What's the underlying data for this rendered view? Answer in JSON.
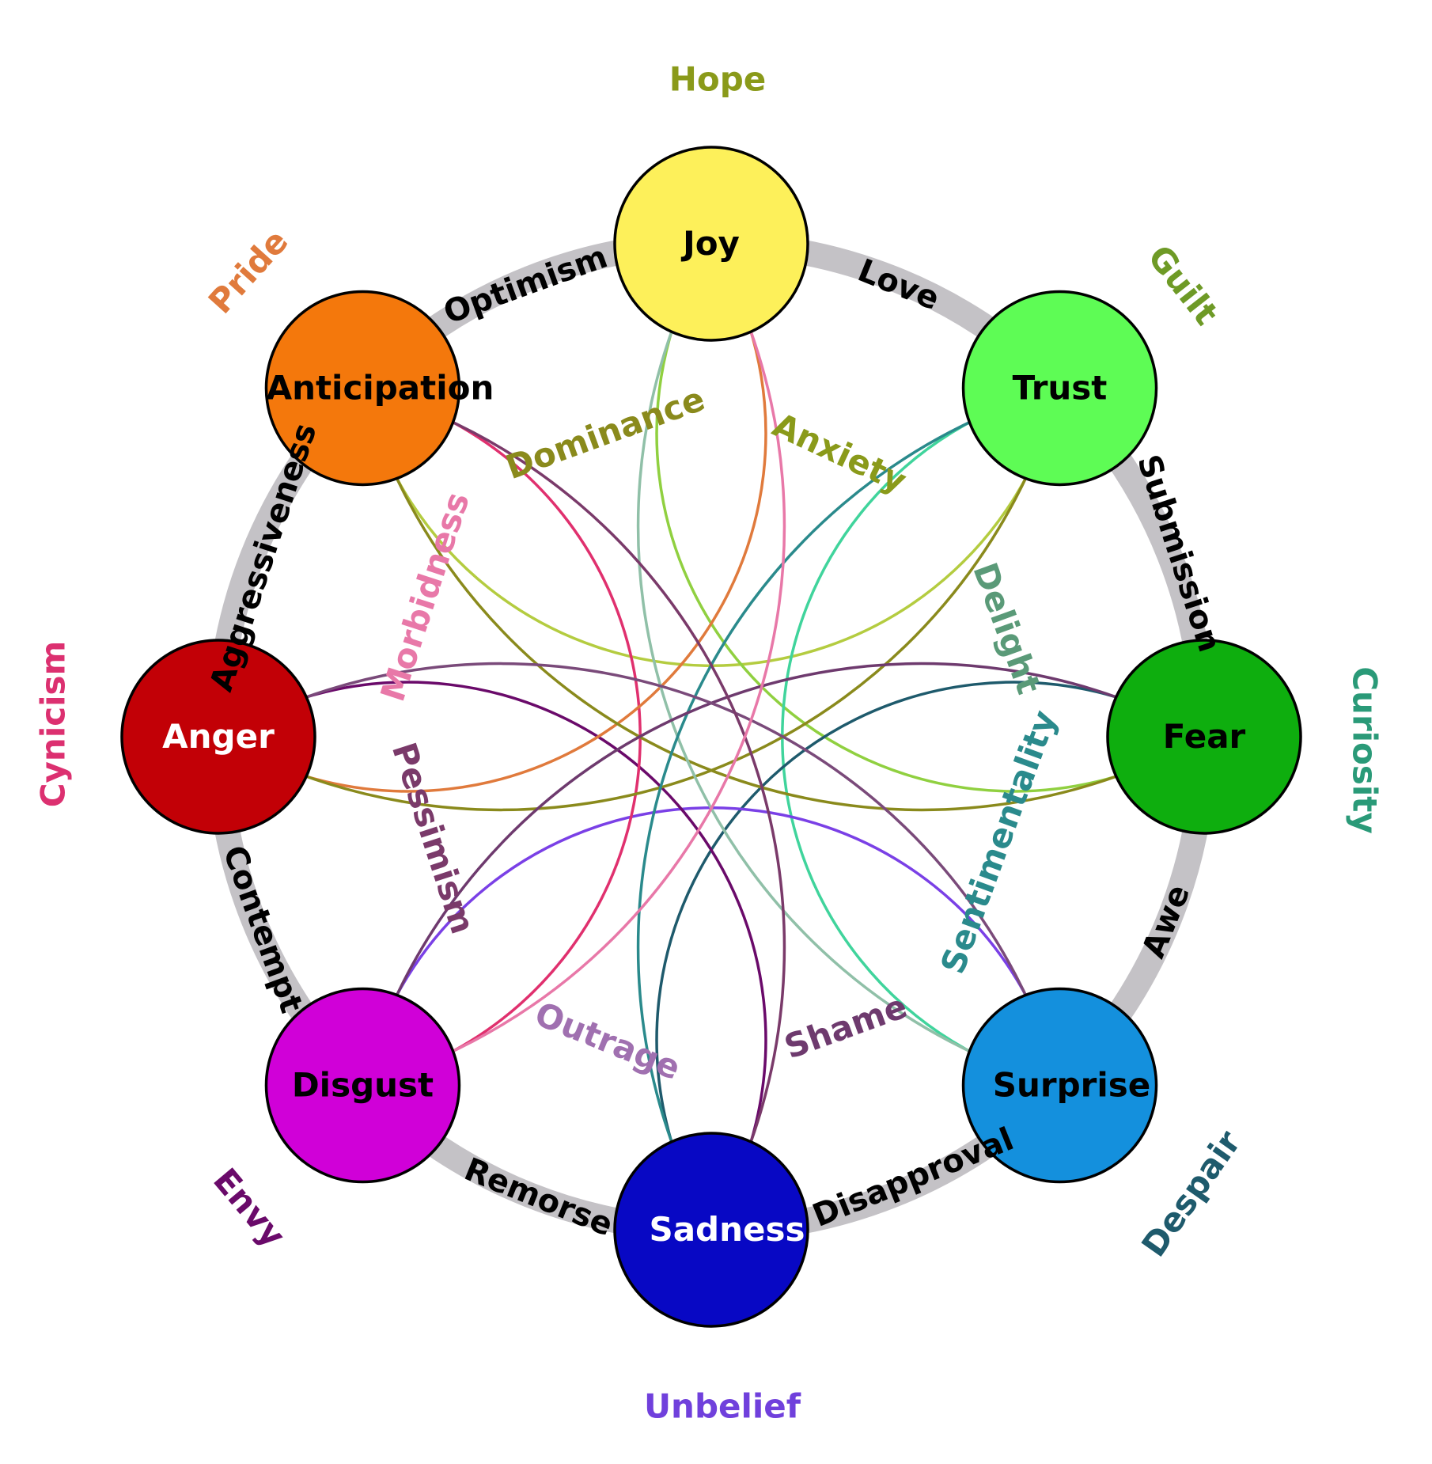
{
  "title": "Plutchik wheel of emotions with dyads",
  "band_color": "#c4c2c6",
  "emotions": [
    {
      "name": "Joy",
      "fill": "#fdf05a",
      "text_color": "#000000"
    },
    {
      "name": "Trust",
      "fill": "#5efc55",
      "text_color": "#000000"
    },
    {
      "name": "Fear",
      "fill": "#0eae0e",
      "text_color": "#000000"
    },
    {
      "name": "Surprise",
      "fill": "#1490dd",
      "text_color": "#000000"
    },
    {
      "name": "Sadness",
      "fill": "#0808c4",
      "text_color": "#ffffff"
    },
    {
      "name": "Disgust",
      "fill": "#d000d8",
      "text_color": "#000000"
    },
    {
      "name": "Anger",
      "fill": "#c20006",
      "text_color": "#ffffff"
    },
    {
      "name": "Anticipation",
      "fill": "#f4780c",
      "text_color": "#000000"
    }
  ],
  "primary_dyads": [
    {
      "name": "Love",
      "between": [
        "Joy",
        "Trust"
      ]
    },
    {
      "name": "Submission",
      "between": [
        "Trust",
        "Fear"
      ]
    },
    {
      "name": "Awe",
      "between": [
        "Fear",
        "Surprise"
      ]
    },
    {
      "name": "Disapproval",
      "between": [
        "Surprise",
        "Sadness"
      ]
    },
    {
      "name": "Remorse",
      "between": [
        "Sadness",
        "Disgust"
      ]
    },
    {
      "name": "Contempt",
      "between": [
        "Disgust",
        "Anger"
      ]
    },
    {
      "name": "Aggressiveness",
      "between": [
        "Anger",
        "Anticipation"
      ]
    },
    {
      "name": "Optimism",
      "between": [
        "Anticipation",
        "Joy"
      ]
    }
  ],
  "secondary_dyads": [
    {
      "name": "Hope",
      "between": [
        "Anticipation",
        "Trust"
      ],
      "line_color": "#b4cc40",
      "label_color": "#8a9a1a"
    },
    {
      "name": "Guilt",
      "between": [
        "Joy",
        "Fear"
      ],
      "line_color": "#90d040",
      "label_color": "#6e9a26"
    },
    {
      "name": "Curiosity",
      "between": [
        "Trust",
        "Surprise"
      ],
      "line_color": "#40d49c",
      "label_color": "#2a9a78"
    },
    {
      "name": "Despair",
      "between": [
        "Fear",
        "Sadness"
      ],
      "line_color": "#1e5a6c",
      "label_color": "#1e5a6c"
    },
    {
      "name": "Unbelief",
      "between": [
        "Surprise",
        "Disgust"
      ],
      "line_color": "#7a40e6",
      "label_color": "#7040dc"
    },
    {
      "name": "Envy",
      "between": [
        "Sadness",
        "Anger"
      ],
      "line_color": "#6a0a6a",
      "label_color": "#6a0a6a"
    },
    {
      "name": "Cynicism",
      "between": [
        "Disgust",
        "Anticipation"
      ],
      "line_color": "#e0306e",
      "label_color": "#dc3070"
    },
    {
      "name": "Pride",
      "between": [
        "Anger",
        "Joy"
      ],
      "line_color": "#e07a3c",
      "label_color": "#e07a3c"
    }
  ],
  "tertiary_dyads": [
    {
      "name": "Dominance",
      "between": [
        "Anger",
        "Trust"
      ],
      "line_color": "#8a8a1c",
      "label_color": "#8a8a1c"
    },
    {
      "name": "Anxiety",
      "between": [
        "Anticipation",
        "Fear"
      ],
      "line_color": "#8a8a1c",
      "label_color": "#8a9a1a"
    },
    {
      "name": "Delight",
      "between": [
        "Joy",
        "Surprise"
      ],
      "line_color": "#90c0a8",
      "label_color": "#5a9a78"
    },
    {
      "name": "Sentimentality",
      "between": [
        "Trust",
        "Sadness"
      ],
      "line_color": "#2a8a8c",
      "label_color": "#2a8a8c"
    },
    {
      "name": "Shame",
      "between": [
        "Fear",
        "Disgust"
      ],
      "line_color": "#6e3a6e",
      "label_color": "#6e3a6e"
    },
    {
      "name": "Outrage",
      "between": [
        "Surprise",
        "Anger"
      ],
      "line_color": "#7a4a7a",
      "label_color": "#a070b0"
    },
    {
      "name": "Pessimism",
      "between": [
        "Sadness",
        "Anticipation"
      ],
      "line_color": "#7a3a6a",
      "label_color": "#7a3a6a"
    },
    {
      "name": "Morbidness",
      "between": [
        "Disgust",
        "Joy"
      ],
      "line_color": "#e878a8",
      "label_color": "#e878a8"
    }
  ]
}
